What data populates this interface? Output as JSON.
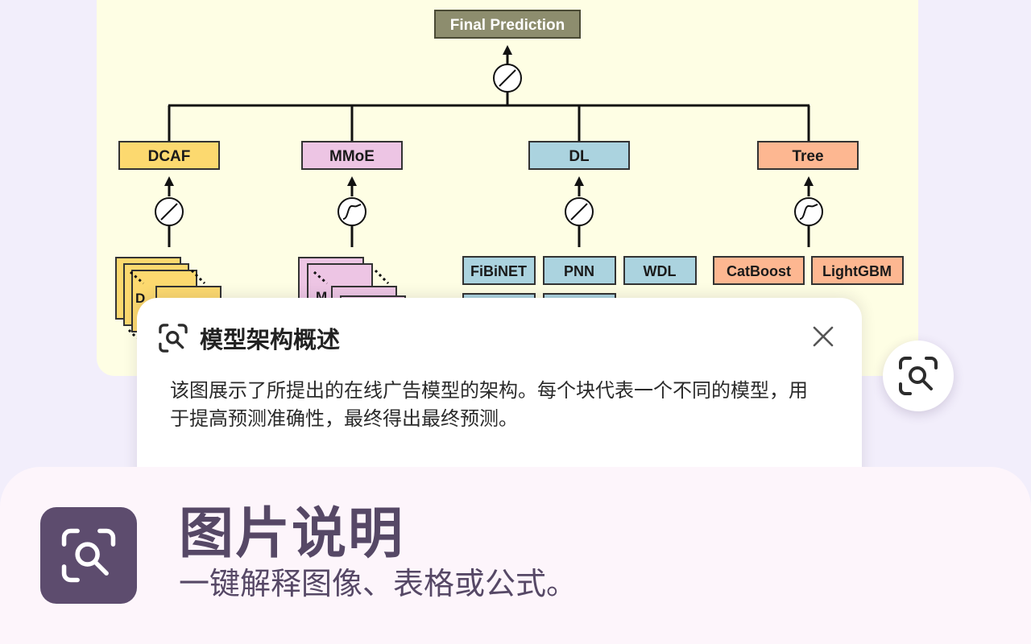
{
  "figure": {
    "final_label": "Final Prediction",
    "models": [
      {
        "label": "DCAF",
        "color": "#fcd96f"
      },
      {
        "label": "MMoE",
        "color": "#edc5e4"
      },
      {
        "label": "DL",
        "color": "#abd3df"
      },
      {
        "label": "Tree",
        "color": "#fdb791"
      }
    ],
    "dcaf_stack_letter": "D",
    "mmoe_stack_letter": "M",
    "dl_subs": [
      "FiBiNET",
      "PNN",
      "WDL"
    ],
    "tree_subs": [
      "CatBoost",
      "LightGBM"
    ]
  },
  "popup": {
    "title": "模型架构概述",
    "body": "该图展示了所提出的在线广告模型的架构。每个块代表一个不同的模型，用于提高预测准确性，最终得出最终预测。"
  },
  "sheet": {
    "title": "图片说明",
    "subtitle": "一键解释图像、表格或公式。"
  },
  "icons": {
    "popup_icon": "image-search-icon",
    "close_icon": "close-icon",
    "fab_icon": "image-search-icon",
    "app_icon": "image-search-icon"
  },
  "colors": {
    "accent": "#5d4c6e",
    "figure_bg": "#fefee4",
    "final_box": "#8d8d6e"
  }
}
